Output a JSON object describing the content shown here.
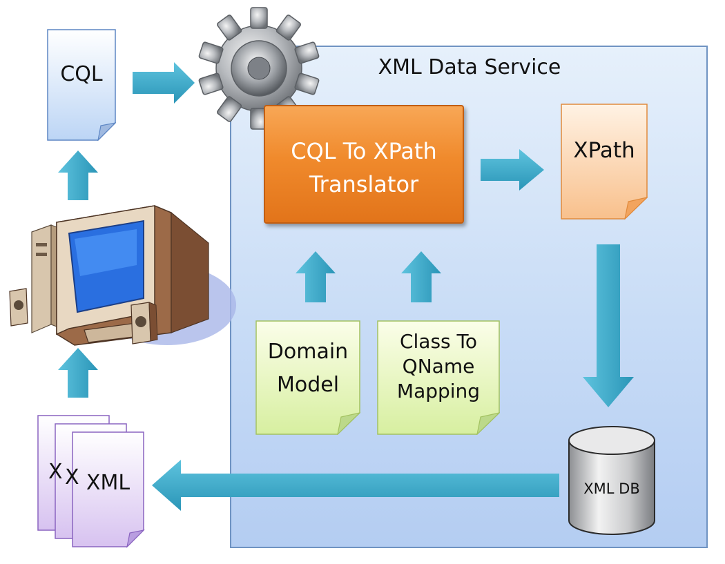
{
  "service": {
    "title": "XML Data Service"
  },
  "cql_doc": {
    "label": "CQL"
  },
  "translator": {
    "line1": "CQL To XPath",
    "line2": "Translator"
  },
  "xpath_doc": {
    "label": "XPath"
  },
  "domain_model": {
    "line1": "Domain",
    "line2": "Model"
  },
  "class_mapping": {
    "line1": "Class To",
    "line2": "QName",
    "line3": "Mapping"
  },
  "xml_db": {
    "label": "XML DB"
  },
  "xml_docs": {
    "label": "XML",
    "back_label_1": "X",
    "back_label_2": "X"
  },
  "colors": {
    "arrow": "#37a9c9",
    "translator": "#f08a2c",
    "service_bg": "#c8dcf6",
    "note_green": "#e6f5b8",
    "doc_purple": "#e8d9f7"
  }
}
